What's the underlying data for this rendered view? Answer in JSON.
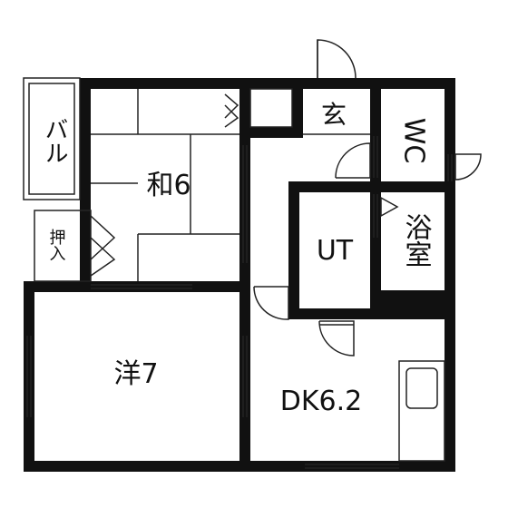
{
  "rooms": {
    "balcony": "バル",
    "washitsu": "和6",
    "oshiire": "押入",
    "genkan": "玄",
    "wc": "WC",
    "yokushitsu": "浴室",
    "ut": "UT",
    "youshitsu": "洋7",
    "dk": "DK6.2"
  },
  "colors": {
    "wall": "#111111",
    "line": "#222222",
    "background": "#ffffff"
  }
}
